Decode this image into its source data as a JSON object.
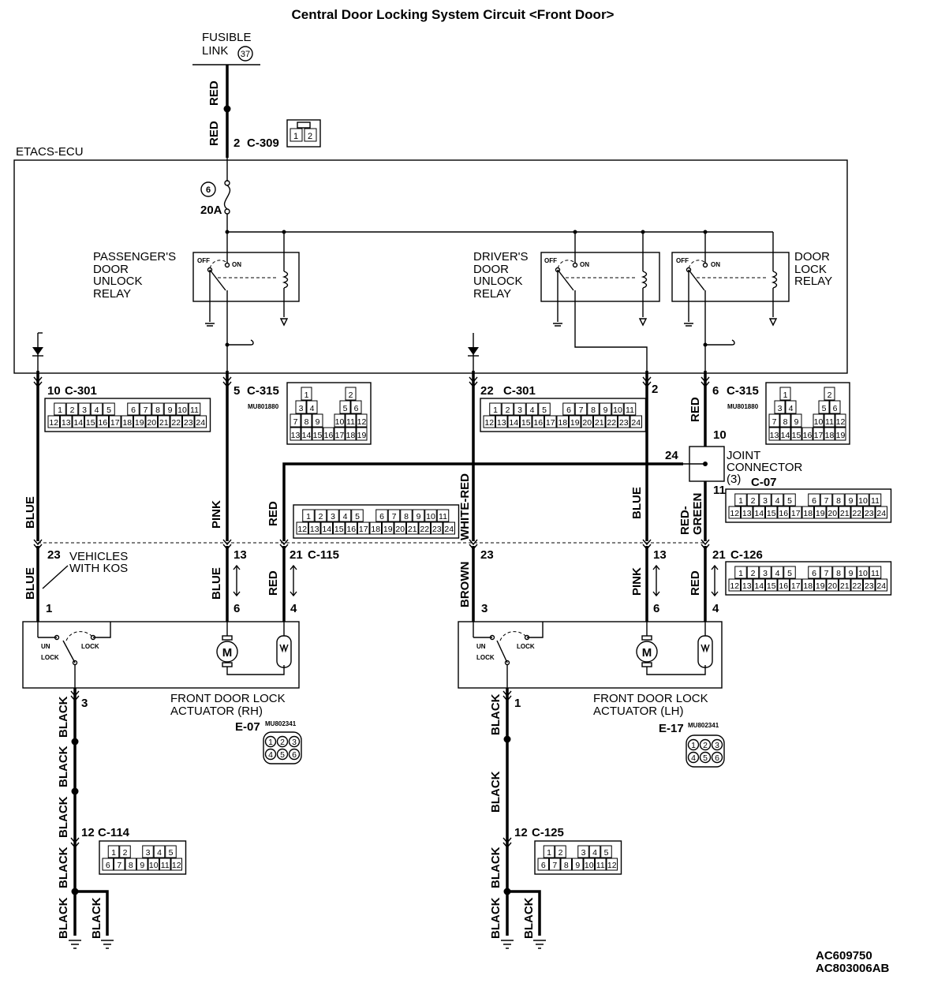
{
  "title": "Central Door Locking System Circuit <Front Door>",
  "fusible_link": {
    "label_line1": "FUSIBLE",
    "label_line2": "LINK",
    "number": "37"
  },
  "ecu": {
    "label": "ETACS-ECU",
    "fuse_number": "6",
    "fuse_rating": "20A"
  },
  "relays": {
    "passenger_unlock": [
      "PASSENGER'S",
      "DOOR",
      "UNLOCK",
      "RELAY"
    ],
    "driver_unlock": [
      "DRIVER'S",
      "DOOR",
      "UNLOCK",
      "RELAY"
    ],
    "door_lock": [
      "DOOR",
      "LOCK",
      "RELAY"
    ],
    "off": "OFF",
    "on": "ON"
  },
  "wire_colors": {
    "red": "RED",
    "blue": "BLUE",
    "pink": "PINK",
    "white_red": "WHITE-RED",
    "red_green": "RED-",
    "red_green2": "GREEN",
    "brown": "BROWN",
    "black": "BLACK"
  },
  "connectors": {
    "c309": {
      "pin": "2",
      "name": "C-309"
    },
    "c301a": {
      "pin": "10",
      "name": "C-301"
    },
    "c315a": {
      "pin": "5",
      "name": "C-315",
      "part": "MU801880"
    },
    "c301b": {
      "pin": "22",
      "name": "C-301"
    },
    "c315b_pin2": "2",
    "c315b": {
      "pin": "6",
      "name": "C-315",
      "part": "MU801880"
    },
    "c115": {
      "pin": "21",
      "name": "C-115"
    },
    "c126": {
      "pin": "21",
      "name": "C-126"
    },
    "c114": {
      "pin": "12",
      "name": "C-114"
    },
    "c125": {
      "pin": "12",
      "name": "C-125"
    },
    "c07": {
      "name": "C-07"
    },
    "e07": {
      "name": "E-07",
      "part": "MU802341"
    },
    "e17": {
      "name": "E-17",
      "part": "MU802341"
    }
  },
  "joint_connector": {
    "line1": "JOINT",
    "line2": "CONNECTOR",
    "num": "(3)",
    "pin_24": "24",
    "pin_10": "10",
    "pin_11": "11"
  },
  "pins": {
    "p23a": "23",
    "p13a": "13",
    "p23b": "23",
    "p13b": "13",
    "p1a": "1",
    "p6a": "6",
    "p4a": "4",
    "p3b": "3",
    "p6b": "6",
    "p4b": "4",
    "p3c": "3",
    "p1c": "1"
  },
  "kos": {
    "line1": "VEHICLES",
    "line2": "WITH KOS"
  },
  "switch": {
    "un": "UN",
    "lock_sub": "LOCK",
    "lock": "LOCK"
  },
  "actuator_rh": {
    "line1": "FRONT DOOR LOCK",
    "line2": "ACTUATOR (RH)"
  },
  "actuator_lh": {
    "line1": "FRONT DOOR LOCK",
    "line2": "ACTUATOR (LH)"
  },
  "ids": {
    "line1": "AC609750",
    "line2": "AC803006AB"
  },
  "connector_faces": {
    "c309": [
      [
        "1",
        "2"
      ]
    ],
    "c301": [
      [
        "1",
        "2",
        "3",
        "4",
        "5",
        "",
        "6",
        "7",
        "8",
        "9",
        "10",
        "11"
      ],
      [
        "12",
        "13",
        "14",
        "15",
        "16",
        "17",
        "18",
        "19",
        "20",
        "21",
        "22",
        "23",
        "24"
      ]
    ],
    "c315": [
      [
        "1",
        "",
        "",
        "",
        "2"
      ],
      [
        "3",
        "4",
        "",
        "",
        "5",
        "6"
      ],
      [
        "7",
        "8",
        "9",
        "",
        "10",
        "11",
        "12"
      ],
      [
        "13",
        "14",
        "15",
        "16",
        "17",
        "18",
        "19"
      ]
    ],
    "c115": [
      [
        "1",
        "2",
        "3",
        "4",
        "5",
        "",
        "6",
        "7",
        "8",
        "9",
        "10",
        "11"
      ],
      [
        "12",
        "13",
        "14",
        "15",
        "16",
        "17",
        "18",
        "19",
        "20",
        "21",
        "22",
        "23",
        "24"
      ]
    ],
    "c114": [
      [
        "1",
        "2",
        "",
        "3",
        "4",
        "5"
      ],
      [
        "6",
        "7",
        "8",
        "9",
        "10",
        "11",
        "12"
      ]
    ],
    "e07": [
      "1",
      "2",
      "3",
      "4",
      "5",
      "6"
    ]
  }
}
